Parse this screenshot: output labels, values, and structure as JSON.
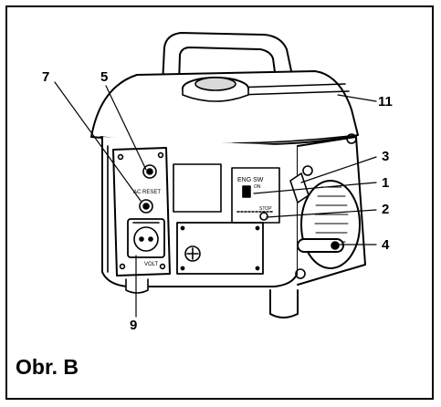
{
  "figure": {
    "caption": "Obr. B",
    "callouts": {
      "c1": "1",
      "c2": "2",
      "c3": "3",
      "c4": "4",
      "c5": "5",
      "c7": "7",
      "c9": "9",
      "c11": "11"
    },
    "panel_labels": {
      "eng_sw": "ENG SW",
      "on": "ON",
      "stop": "STOP",
      "ac_reset": "AC RESET",
      "volt": "VOLT"
    },
    "colors": {
      "ink": "#000000",
      "paper": "#ffffff",
      "shade": "#d9d9d9"
    }
  }
}
